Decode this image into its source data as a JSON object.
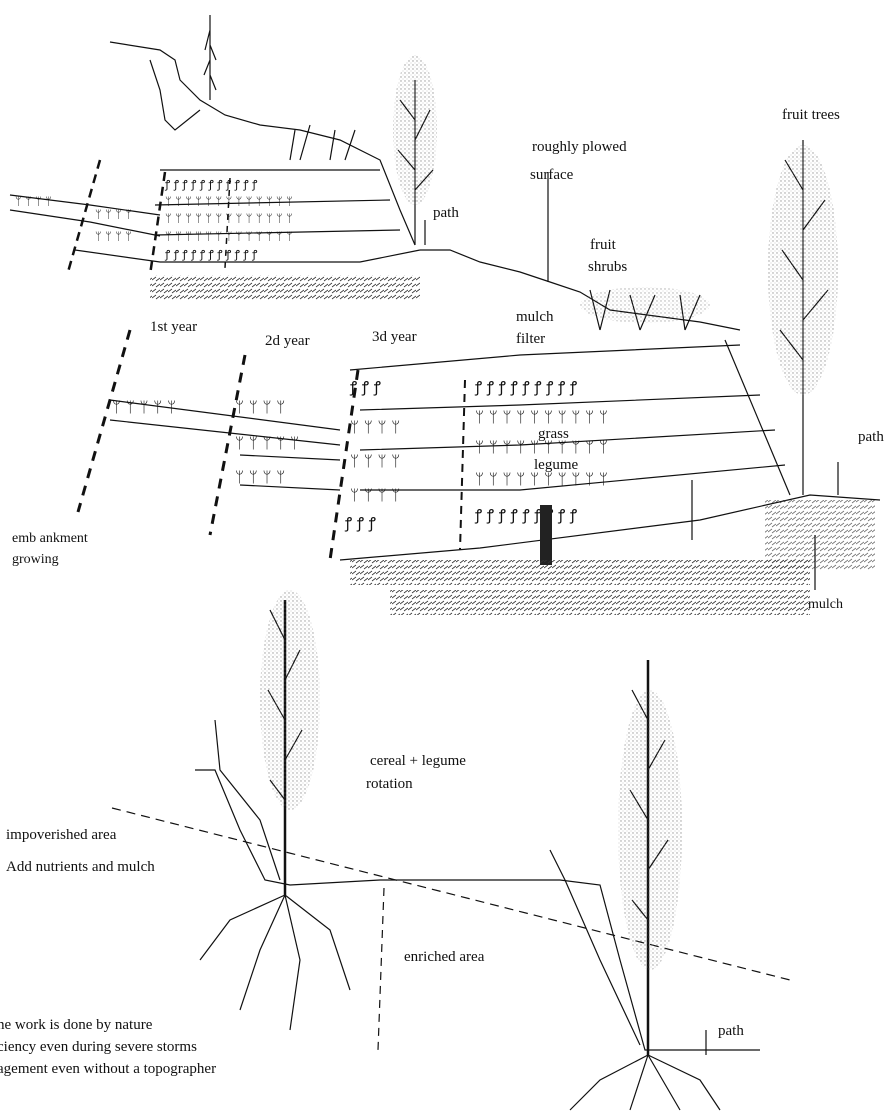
{
  "labels": {
    "fruit_trees": "fruit trees",
    "roughly_plowed": "roughly plowed",
    "surface": "surface",
    "path_top": "path",
    "fruit_shrubs_1": "fruit",
    "fruit_shrubs_2": "shrubs",
    "mulch_filter_1": "mulch",
    "mulch_filter_2": "filter",
    "first_year": "1st year",
    "second_year": "2d year",
    "third_year": "3d year",
    "grass": "grass",
    "legume": "legume",
    "path_right": "path",
    "embankment_1": "emb ankment",
    "embankment_2": "growing",
    "mulch_bottom": "mulch",
    "cereal_1": "cereal + legume",
    "cereal_2": "rotation",
    "impoverished": "impoverished area",
    "add_nutrients": "Add nutrients and mulch",
    "enriched": "enriched area",
    "path_bottom": "path"
  },
  "notes": [
    "he work is done by nature",
    "ciency even during severe storms",
    "agement even without a topographer"
  ]
}
